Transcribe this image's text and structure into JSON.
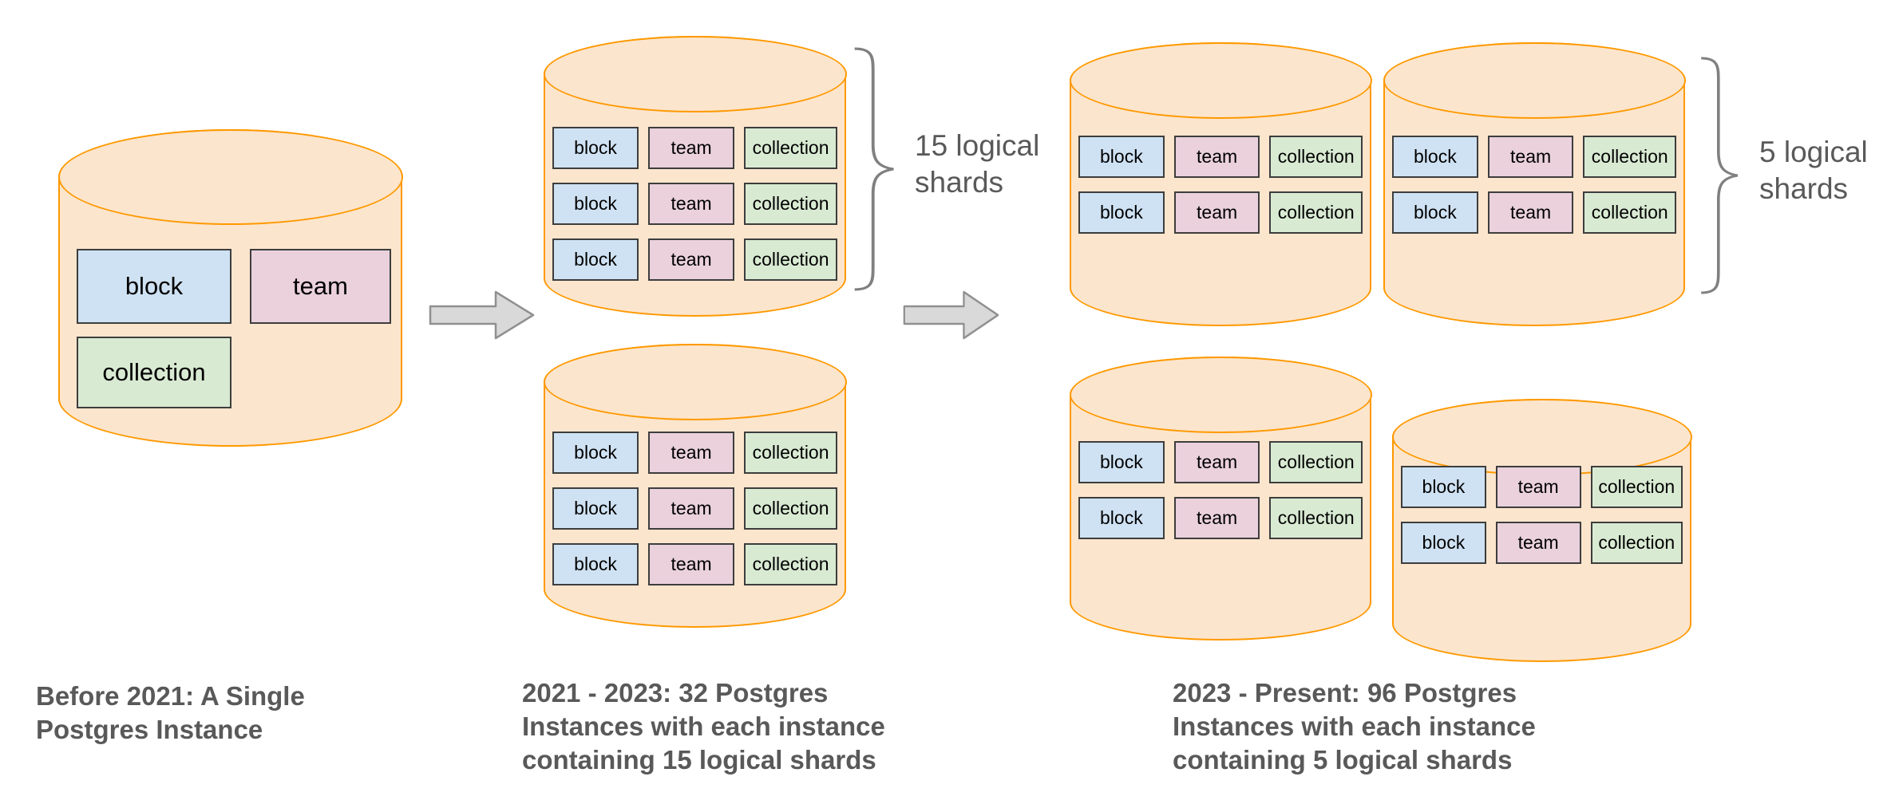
{
  "diagram": {
    "background": "#ffffff"
  },
  "colors": {
    "cylinder_fill": "#fce5cd",
    "cylinder_stroke": "#ff9900",
    "block_fill": "#cfe2f3",
    "team_fill": "#ead1dc",
    "collection_fill": "#d9ead3",
    "box_stroke": "#3d3d3d",
    "arrow_fill": "#d9d9d9",
    "arrow_stroke": "#909090",
    "brace_stroke": "#808080",
    "text_gray": "#595959"
  },
  "tables": {
    "block": "block",
    "team": "team",
    "collection": "collection"
  },
  "annotations": {
    "shards_15": "15 logical shards",
    "shards_5": "5 logical shards"
  },
  "captions": {
    "stage1": "Before 2021: A Single Postgres Instance",
    "stage2": "2021 - 2023: 32 Postgres Instances with each instance containing 15 logical shards",
    "stage3": "2023 - Present: 96 Postgres Instances with each instance containing 5 logical shards"
  }
}
